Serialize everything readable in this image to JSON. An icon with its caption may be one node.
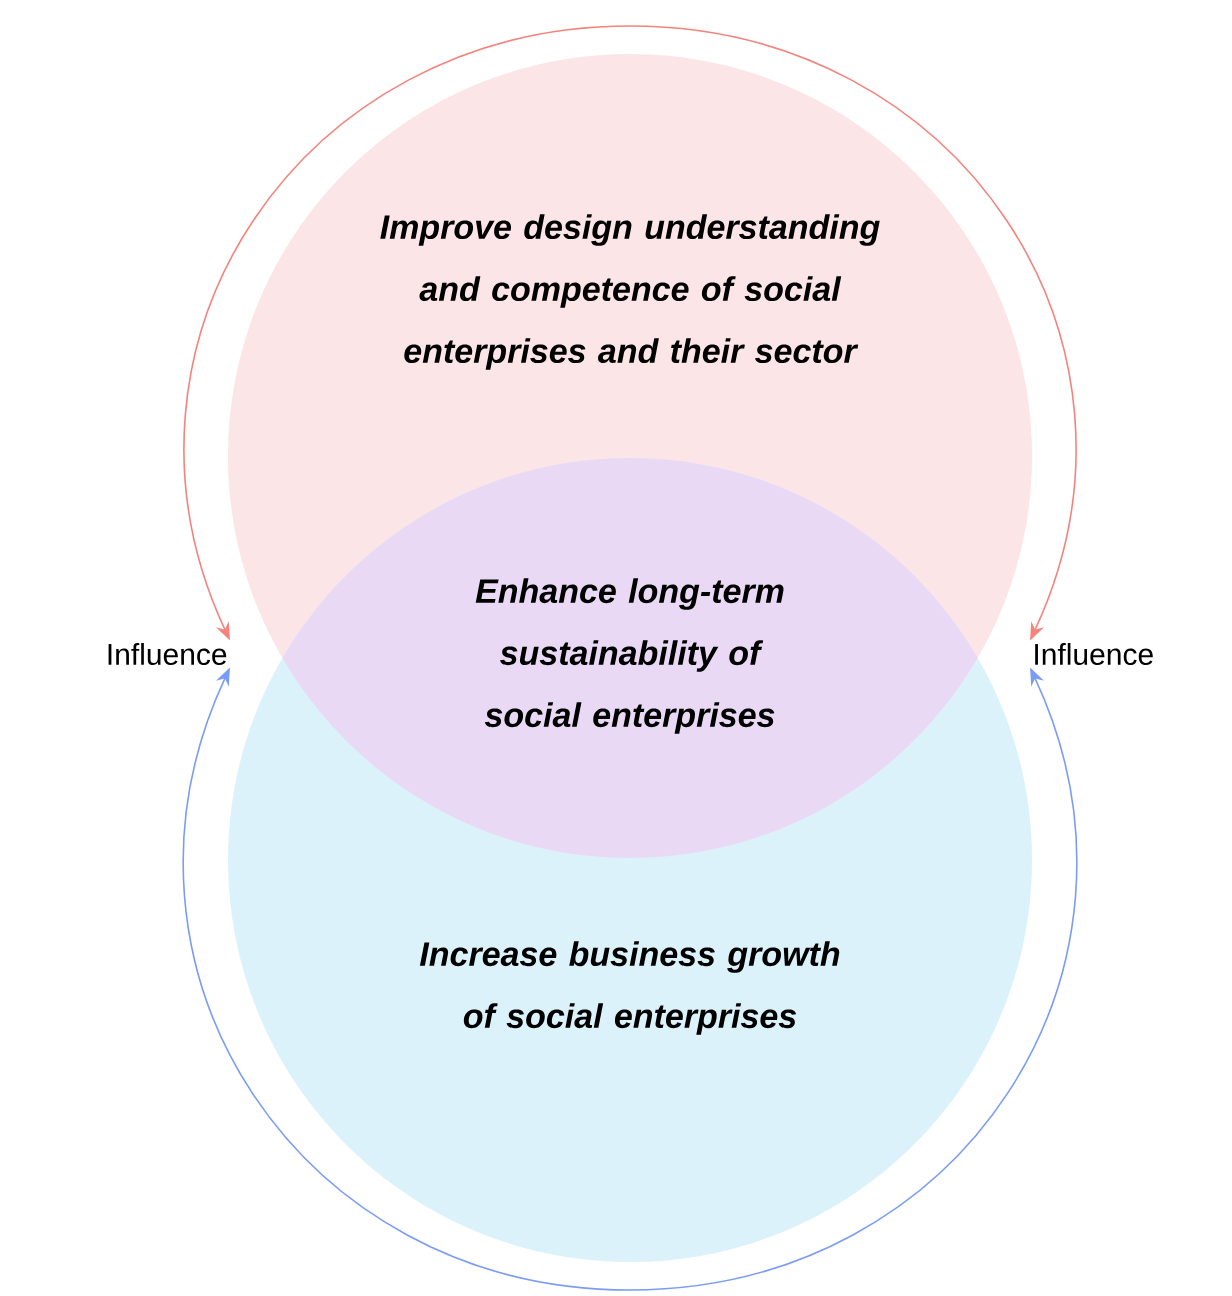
{
  "diagram": {
    "nodes": [
      {
        "text": [
          "Improve design understanding and competence of social enterprises and their sector"
        ]
      },
      {
        "text": [
          "Increase business growth of social enterprises"
        ]
      },
      {
        "text": [
          "Enhance long-term sustainability of social enterprises"
        ]
      },
      {
        "text": [
          "Influence"
        ]
      },
      {
        "text": [
          "Influence"
        ]
      }
    ],
    "edges": [
      {
        "from": 3,
        "to": 4,
        "arrow": "both",
        "color": "#f4837d"
      },
      {
        "from": 3,
        "to": 4,
        "arrow": "both",
        "color": "#7b9cf5"
      }
    ]
  }
}
